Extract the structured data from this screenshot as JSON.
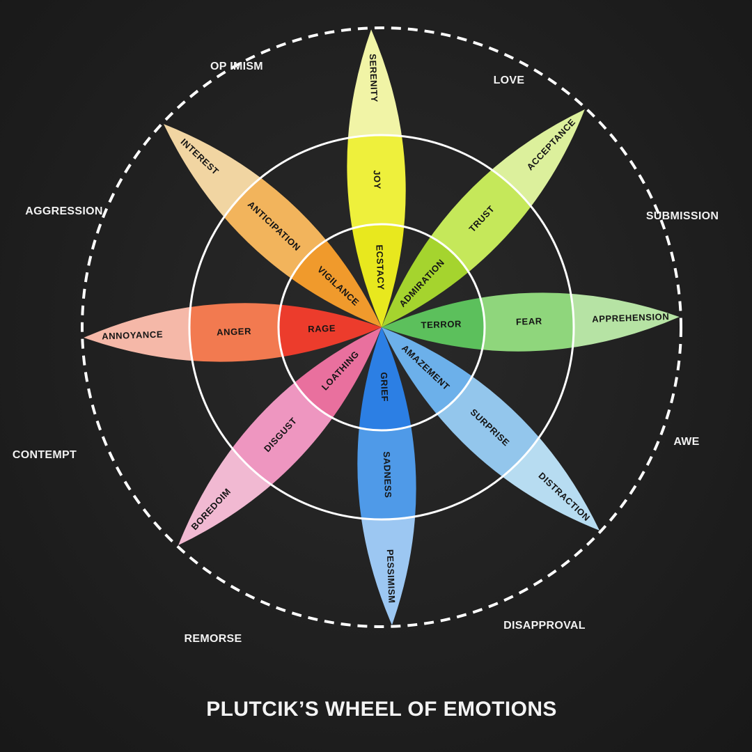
{
  "title": "PLUTCIK’S WHEEL OF EMOTIONS",
  "petals": [
    {
      "key": "joy",
      "colors": {
        "outer": "#f1f4a6",
        "middle": "#eef03c",
        "inner": "#e8e81e"
      },
      "labels": {
        "outer": "SERENITY",
        "middle": "JOY",
        "inner": "ECSTACY"
      }
    },
    {
      "key": "trust",
      "colors": {
        "outer": "#dcf09c",
        "middle": "#c5e85a",
        "inner": "#a5d42e"
      },
      "labels": {
        "outer": "ACCEPTANCE",
        "middle": "TRUST",
        "inner": "ADMIRATION"
      }
    },
    {
      "key": "fear",
      "colors": {
        "outer": "#b6e3a4",
        "middle": "#8fd67c",
        "inner": "#5cc05c"
      },
      "labels": {
        "outer": "APPREHENSION",
        "middle": "FEAR",
        "inner": "TERROR"
      }
    },
    {
      "key": "surprise",
      "colors": {
        "outer": "#b7dcf1",
        "middle": "#93c6ec",
        "inner": "#6cb0ea"
      },
      "labels": {
        "outer": "DISTRACTION",
        "middle": "SURPRISE",
        "inner": "AMAZEMENT"
      }
    },
    {
      "key": "sadness",
      "colors": {
        "outer": "#9cc7f2",
        "middle": "#4f9ae8",
        "inner": "#2c7fe4"
      },
      "labels": {
        "outer": "PESSIMISM",
        "middle": "SADNESS",
        "inner": "GRIEF"
      }
    },
    {
      "key": "disgust",
      "colors": {
        "outer": "#f1b9d2",
        "middle": "#ee96c0",
        "inner": "#e9709e"
      },
      "labels": {
        "outer": "BOREDOIM",
        "middle": "DISGUST",
        "inner": "LOATHING"
      }
    },
    {
      "key": "anger",
      "colors": {
        "outer": "#f5b8a8",
        "middle": "#f27a50",
        "inner": "#ec3c2c"
      },
      "labels": {
        "outer": "ANNOYANCE",
        "middle": "ANGER",
        "inner": "RAGE"
      }
    },
    {
      "key": "anticipation",
      "colors": {
        "outer": "#f1d5a2",
        "middle": "#f2b45c",
        "inner": "#f09a2c"
      },
      "labels": {
        "outer": "INTEREST",
        "middle": "ANTICIPATION",
        "inner": "VIGILANCE"
      }
    }
  ],
  "dyads": [
    "OP IMISM",
    "LOVE",
    "SUBMISSION",
    "AWE",
    "DISAPPROVAL",
    "REMORSE",
    "CONTEMPT",
    "AGGRESSION"
  ],
  "colors": {
    "background": "#1f1f1f",
    "line": "#ffffff",
    "label_dark": "#141414",
    "label_light": "#f2f2f2"
  }
}
